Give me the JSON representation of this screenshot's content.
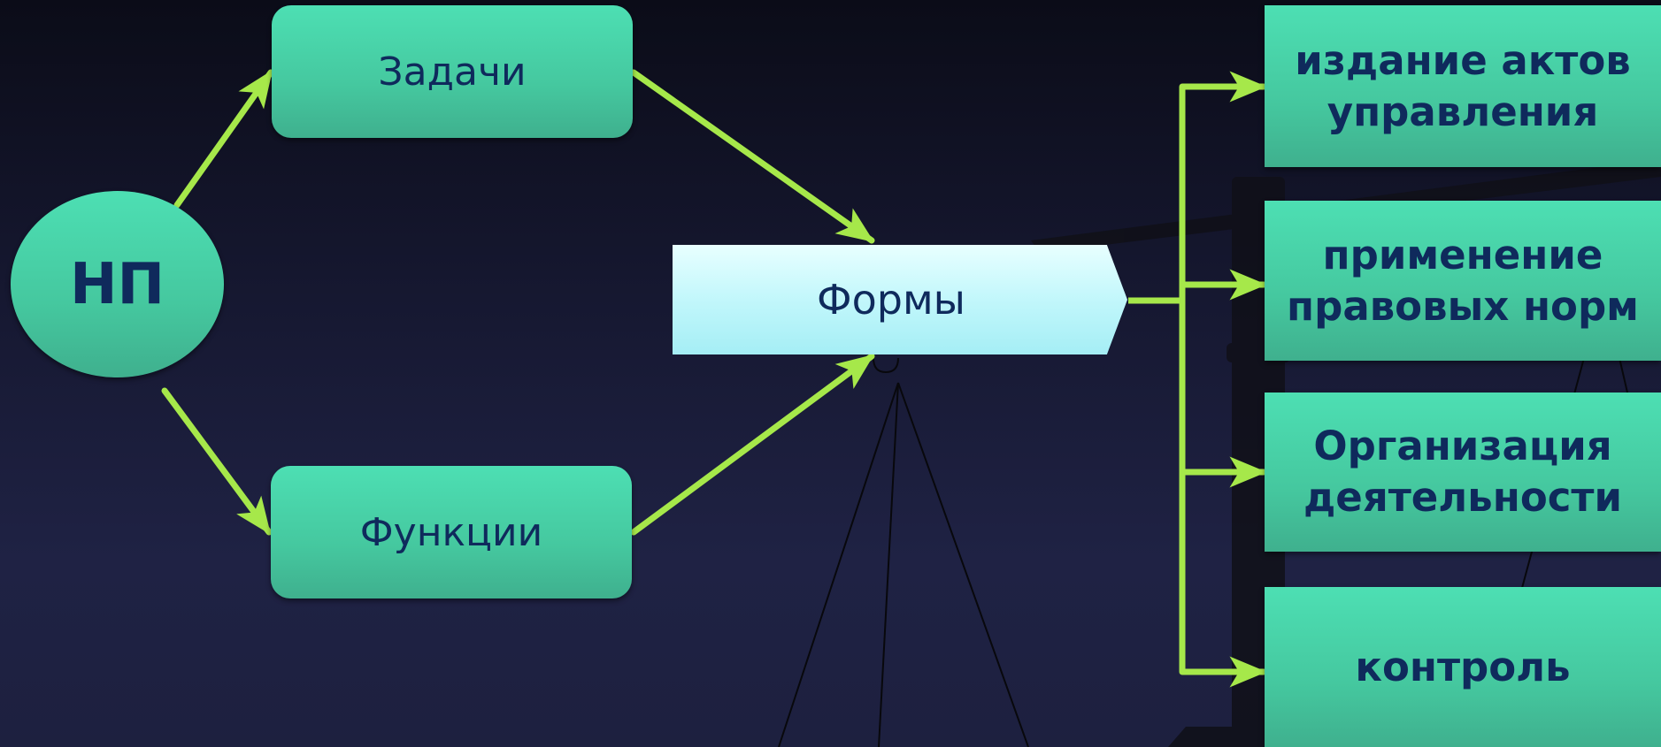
{
  "diagram": {
    "type": "flowchart",
    "nodes": {
      "np": "НП",
      "zadachi": "Задачи",
      "funkcii": "Функции",
      "formy": "Формы",
      "izdanie": "издание актов управления",
      "primenenie": "применение правовых норм",
      "organizaciya": "Организация деятельности",
      "kontrol": "контроль"
    },
    "edges": [
      [
        "НП",
        "Задачи"
      ],
      [
        "НП",
        "Функции"
      ],
      [
        "Задачи",
        "Формы"
      ],
      [
        "Функции",
        "Формы"
      ],
      [
        "Формы",
        "издание актов управления"
      ],
      [
        "Формы",
        "применение правовых норм"
      ],
      [
        "Формы",
        "Организация деятельности"
      ],
      [
        "Формы",
        "контроль"
      ]
    ]
  },
  "colors": {
    "background": "#181a33",
    "node_fill": "#48d3aa",
    "forms_fill": "#c2f7fb",
    "text": "#0f2a5c",
    "arrow": "#a6e84a"
  }
}
